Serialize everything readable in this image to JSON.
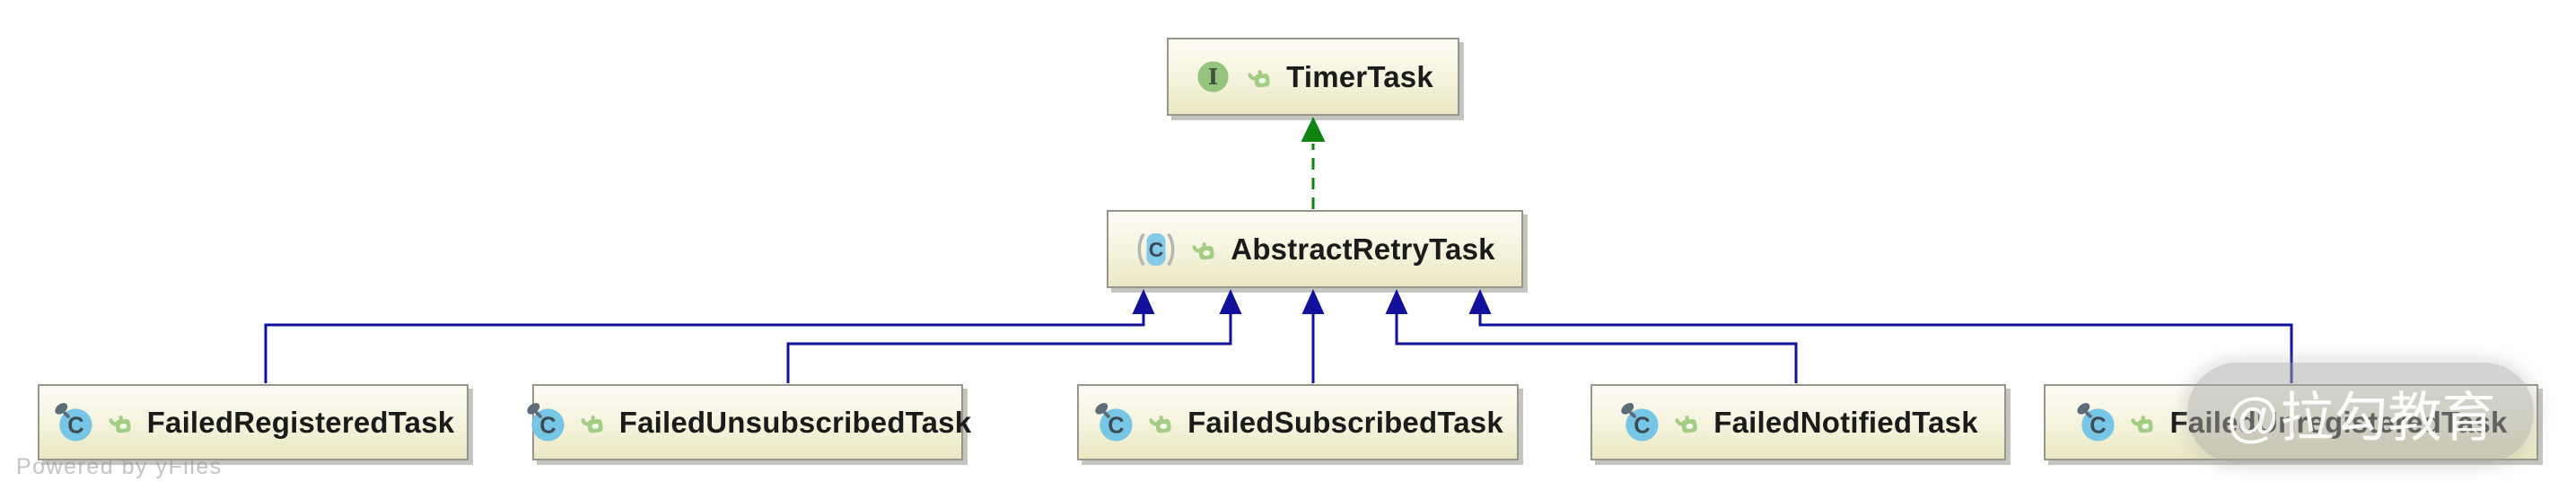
{
  "diagram": {
    "nodes": [
      {
        "id": "TimerTask",
        "label": "TimerTask",
        "kind": "interface",
        "visibility": "public"
      },
      {
        "id": "AbstractRetryTask",
        "label": "AbstractRetryTask",
        "kind": "abstract class",
        "visibility": "public"
      },
      {
        "id": "FailedRegisteredTask",
        "label": "FailedRegisteredTask",
        "kind": "class",
        "visibility": "public"
      },
      {
        "id": "FailedUnsubscribedTask",
        "label": "FailedUnsubscribedTask",
        "kind": "class",
        "visibility": "public"
      },
      {
        "id": "FailedSubscribedTask",
        "label": "FailedSubscribedTask",
        "kind": "class",
        "visibility": "public"
      },
      {
        "id": "FailedNotifiedTask",
        "label": "FailedNotifiedTask",
        "kind": "class",
        "visibility": "public"
      },
      {
        "id": "FailedUnregisteredTask",
        "label": "FailedUnregisteredTask",
        "kind": "class",
        "visibility": "public"
      }
    ],
    "edges": [
      {
        "from": "AbstractRetryTask",
        "to": "TimerTask",
        "type": "realization",
        "style": "dashed",
        "color": "#0f830f"
      },
      {
        "from": "FailedRegisteredTask",
        "to": "AbstractRetryTask",
        "type": "inheritance",
        "style": "solid",
        "color": "#11119c"
      },
      {
        "from": "FailedUnsubscribedTask",
        "to": "AbstractRetryTask",
        "type": "inheritance",
        "style": "solid",
        "color": "#11119c"
      },
      {
        "from": "FailedSubscribedTask",
        "to": "AbstractRetryTask",
        "type": "inheritance",
        "style": "solid",
        "color": "#11119c"
      },
      {
        "from": "FailedNotifiedTask",
        "to": "AbstractRetryTask",
        "type": "inheritance",
        "style": "solid",
        "color": "#11119c"
      },
      {
        "from": "FailedUnregisteredTask",
        "to": "AbstractRetryTask",
        "type": "inheritance",
        "style": "solid",
        "color": "#11119c"
      }
    ]
  },
  "watermarks": {
    "powered_by": "Powered by yFiles",
    "overlay": "@拉勾教育"
  },
  "colors": {
    "node_border": "#97968d",
    "node_fill_top": "#fdfcf4",
    "node_fill_bottom": "#eae8c2",
    "inheritance_edge": "#11119c",
    "realization_edge": "#0f830f",
    "class_icon_blue": "#77c6e6",
    "interface_icon_green": "#94c47e",
    "lock_icon_green": "#a3cd85",
    "label_text": "#1b1b1b"
  }
}
